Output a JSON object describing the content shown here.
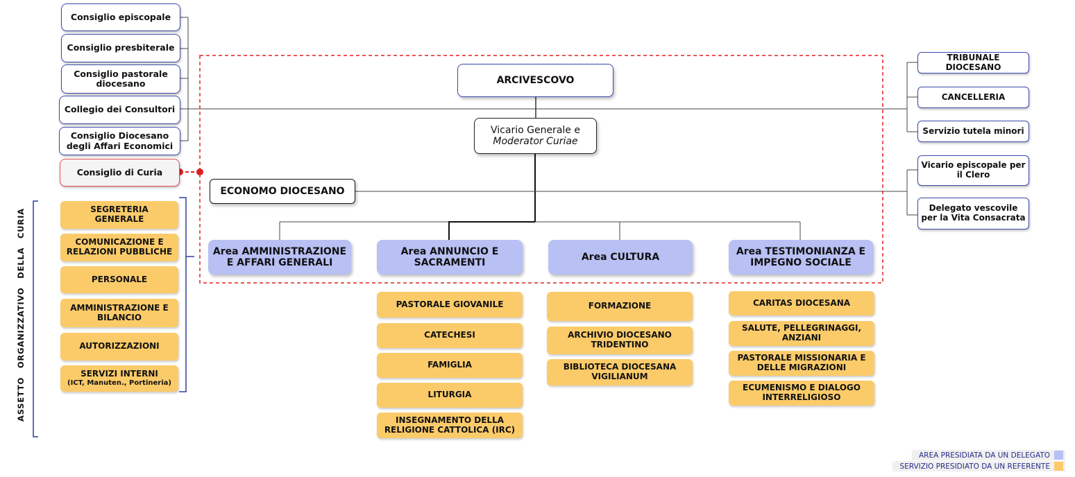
{
  "councils": [
    "Consiglio episcopale",
    "Consiglio presbiterale",
    "Consiglio pastorale diocesano",
    "Collegio dei Consultori",
    "Consiglio Diocesano degli Affari Economici",
    "Consiglio di Curia"
  ],
  "right_offices": [
    "TRIBUNALE DIOCESANO",
    "CANCELLERIA",
    "Servizio tutela minori",
    "Vicario episcopale per il Clero",
    "Delegato vescovile per la Vita Consacrata"
  ],
  "archbishop": "ARCIVESCOVO",
  "vicar": {
    "line1": "Vicario Generale e",
    "line2": "Moderator Curiae"
  },
  "economo": "ECONOMO DIOCESANO",
  "areas": [
    "Area AMMINISTRAZIONE E AFFARI GENERALI",
    "Area ANNUNCIO E SACRAMENTI",
    "Area CULTURA",
    "Area TESTIMONIANZA E IMPEGNO SOCIALE"
  ],
  "assetto": {
    "label": "ASSETTO ORGANIZZATIVO DELLA CURIA",
    "services": [
      "SEGRETERIA GENERALE",
      "COMUNICAZIONE E RELAZIONI PUBBLICHE",
      "PERSONALE",
      "AMMINISTRAZIONE E BILANCIO",
      "AUTORIZZAZIONI",
      "SERVIZI INTERNI"
    ],
    "servizi_interni_note": "(ICT, Manuten., Portineria)"
  },
  "annuncio_services": [
    "PASTORALE GIOVANILE",
    "CATECHESI",
    "FAMIGLIA",
    "LITURGIA",
    "INSEGNAMENTO DELLA RELIGIONE CATTOLICA (IRC)"
  ],
  "cultura_services": [
    "FORMAZIONE",
    "ARCHIVIO DIOCESANO TRIDENTINO",
    "BIBLIOTECA DIOCESANA VIGILIANUM"
  ],
  "testimonianza_services": [
    "CARITAS DIOCESANA",
    "SALUTE, PELLEGRINAGGI, ANZIANI",
    "PASTORALE MISSIONARIA E DELLE MIGRAZIONI",
    "ECUMENISMO E DIALOGO INTERRELIGIOSO"
  ],
  "legend": {
    "delegate": "AREA PRESIDIATA DA UN DELEGATO",
    "referent": "SERVIZIO PRESIDIATO DA UN REFERENTE"
  },
  "colors": {
    "area": "#b8c0f4",
    "service": "#fbcb6a",
    "dashed_frame": "#e02020",
    "border_blue": "#3b4aa8"
  }
}
